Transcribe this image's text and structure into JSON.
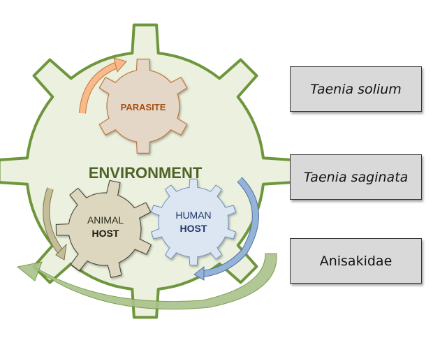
{
  "diagram": {
    "environment_label": "ENVIRONMENT",
    "parasite_label": "PARASITE",
    "animal_host": {
      "line1": "ANIMAL",
      "line2": "HOST"
    },
    "human_host": {
      "line1": "HUMAN",
      "line2": "HOST"
    },
    "species": [
      {
        "name": "Taenia solium"
      },
      {
        "name": "Taenia saginata"
      },
      {
        "name": "Anisakidae"
      }
    ],
    "colors": {
      "environment_fill": "#ebf1de",
      "environment_stroke": "#6e963c",
      "environment_text": "#4f6228",
      "parasite_fill": "#e5d7c8",
      "parasite_stroke": "#c0773a",
      "parasite_text": "#a4500f",
      "animal_fill": "#ddd7c0",
      "human_fill": "#dce6f2",
      "human_text": "#1f3864"
    }
  }
}
